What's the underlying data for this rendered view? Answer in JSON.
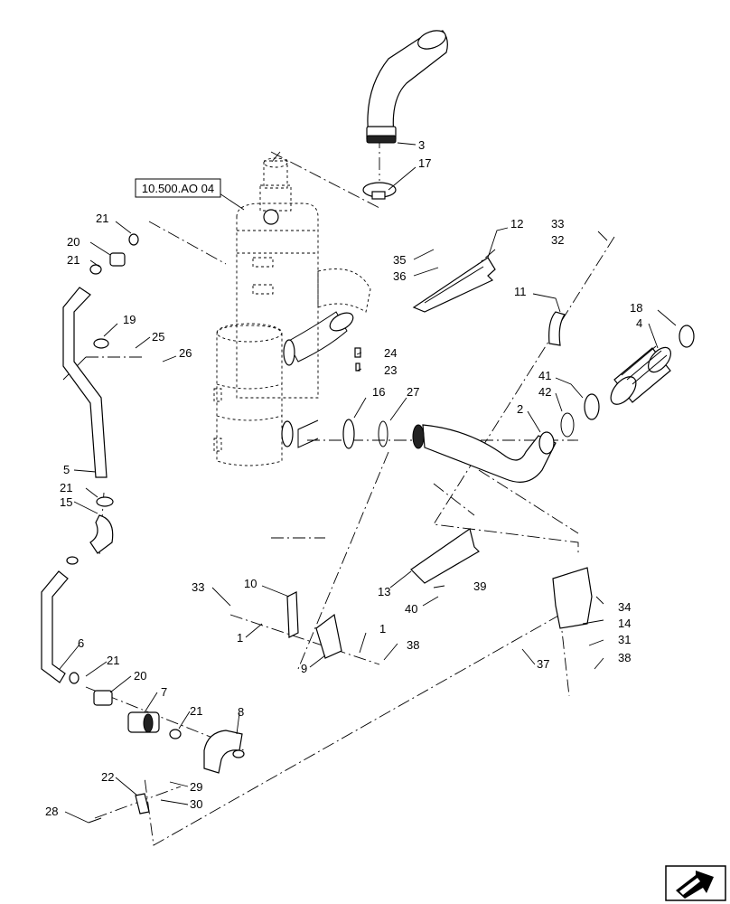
{
  "reference_box": {
    "label": "10.500.AO 04"
  },
  "callouts": [
    {
      "id": "c3",
      "label": "3"
    },
    {
      "id": "c17",
      "label": "17"
    },
    {
      "id": "c12",
      "label": "12"
    },
    {
      "id": "c33a",
      "label": "33"
    },
    {
      "id": "c32",
      "label": "32"
    },
    {
      "id": "c35",
      "label": "35"
    },
    {
      "id": "c36",
      "label": "36"
    },
    {
      "id": "c11",
      "label": "11"
    },
    {
      "id": "c18",
      "label": "18"
    },
    {
      "id": "c4",
      "label": "4"
    },
    {
      "id": "c21a",
      "label": "21"
    },
    {
      "id": "c20a",
      "label": "20"
    },
    {
      "id": "c21b",
      "label": "21"
    },
    {
      "id": "c19",
      "label": "19"
    },
    {
      "id": "c25",
      "label": "25"
    },
    {
      "id": "c26",
      "label": "26"
    },
    {
      "id": "c24",
      "label": "24"
    },
    {
      "id": "c23",
      "label": "23"
    },
    {
      "id": "c16",
      "label": "16"
    },
    {
      "id": "c27",
      "label": "27"
    },
    {
      "id": "c41",
      "label": "41"
    },
    {
      "id": "c42",
      "label": "42"
    },
    {
      "id": "c2",
      "label": "2"
    },
    {
      "id": "c5",
      "label": "5"
    },
    {
      "id": "c21c",
      "label": "21"
    },
    {
      "id": "c15",
      "label": "15"
    },
    {
      "id": "c13",
      "label": "13"
    },
    {
      "id": "c39",
      "label": "39"
    },
    {
      "id": "c40",
      "label": "40"
    },
    {
      "id": "c33b",
      "label": "33"
    },
    {
      "id": "c10",
      "label": "10"
    },
    {
      "id": "c1a",
      "label": "1"
    },
    {
      "id": "c1b",
      "label": "1"
    },
    {
      "id": "c9",
      "label": "9"
    },
    {
      "id": "c38a",
      "label": "38"
    },
    {
      "id": "c34",
      "label": "34"
    },
    {
      "id": "c14",
      "label": "14"
    },
    {
      "id": "c31",
      "label": "31"
    },
    {
      "id": "c37",
      "label": "37"
    },
    {
      "id": "c38b",
      "label": "38"
    },
    {
      "id": "c6",
      "label": "6"
    },
    {
      "id": "c21d",
      "label": "21"
    },
    {
      "id": "c20b",
      "label": "20"
    },
    {
      "id": "c7",
      "label": "7"
    },
    {
      "id": "c21e",
      "label": "21"
    },
    {
      "id": "c8",
      "label": "8"
    },
    {
      "id": "c22",
      "label": "22"
    },
    {
      "id": "c29",
      "label": "29"
    },
    {
      "id": "c30",
      "label": "30"
    },
    {
      "id": "c28",
      "label": "28"
    }
  ],
  "icons": {
    "nav_arrow": "navigation-arrow-icon"
  }
}
